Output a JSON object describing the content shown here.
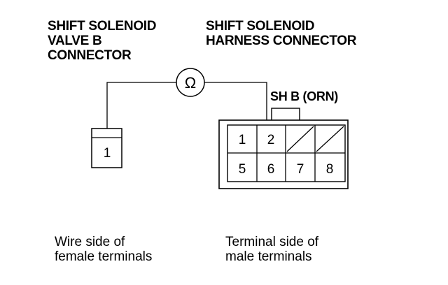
{
  "left_connector": {
    "title_lines": [
      "SHIFT SOLENOID",
      "VALVE B",
      "CONNECTOR"
    ],
    "terminal": "1",
    "caption_lines": [
      "Wire side of",
      "female terminals"
    ]
  },
  "right_connector": {
    "title_lines": [
      "SHIFT SOLENOID",
      "HARNESS CONNECTOR"
    ],
    "wire_label": "SH B (ORN)",
    "terminals_row1": [
      "1",
      "2",
      "",
      ""
    ],
    "terminals_row2": [
      "5",
      "6",
      "7",
      "8"
    ],
    "caption_lines": [
      "Terminal side of",
      "male terminals"
    ]
  },
  "meter": {
    "symbol": "Ω",
    "icon": "ohmmeter-icon"
  }
}
